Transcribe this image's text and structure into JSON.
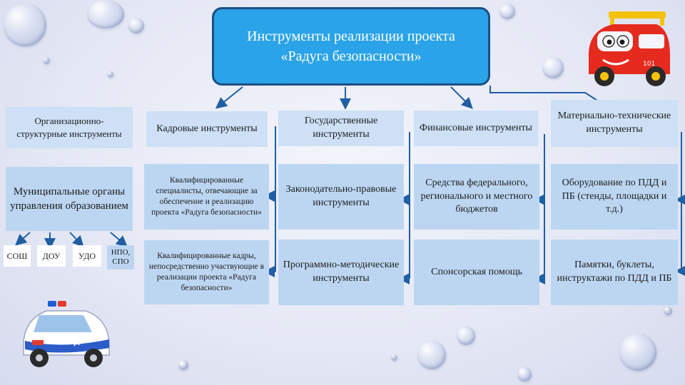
{
  "title": "Инструменты реализации проекта «Радуга безопасности»",
  "headers": {
    "org": "Организационно-структурные инструменты",
    "staff": "Кадровые инструменты",
    "state": "Государственные инструменты",
    "finance": "Финансовые инструменты",
    "material": "Материально-технические инструменты"
  },
  "org": {
    "municipal": "Муниципальные органы управления образованием",
    "sosh": "СОШ",
    "dou": "ДОУ",
    "udo": "УДО",
    "npo": "НПО, СПО"
  },
  "staff": {
    "item1": "Квалифицированные специалисты, отвечающие за обеспечение и реализацию проекта «Радуга безопасности»",
    "item2": "Квалифицированные кадры, непосредственно участвующие в реализации проекта «Радуга безопасности»"
  },
  "state": {
    "item1": "Законодательно-правовые инструменты",
    "item2": "Программно-методические инструменты"
  },
  "finance": {
    "item1": "Средства федерального, регионального и местного бюджетов",
    "item2": "Спонсорская помощь"
  },
  "material": {
    "item1": "Оборудование по ПДД и ПБ (стенды, площадки и т.д.)",
    "item2": "Памятки, буклеты, инструктажи по ПДД и ПБ"
  },
  "colors": {
    "title_fill": "#2aa3e8",
    "title_border": "#1b4f86",
    "box_fill": "#bcd6f2",
    "connector": "#1f5fa3"
  },
  "icons": [
    "fire-truck-toy-icon",
    "police-car-toy-icon"
  ]
}
